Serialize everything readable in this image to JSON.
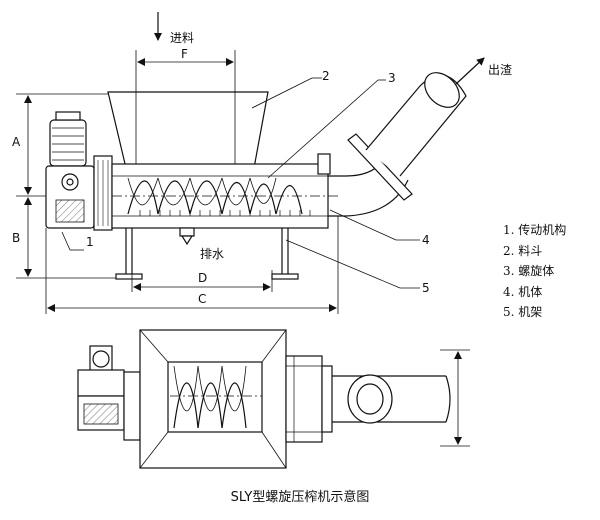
{
  "labels": {
    "feed_in": "进料",
    "slag_out": "出渣",
    "drain": "排水",
    "dim_a": "A",
    "dim_b": "B",
    "dim_c": "C",
    "dim_d": "D",
    "dim_f": "F",
    "callout_1": "1",
    "callout_2": "2",
    "callout_3": "3",
    "callout_4": "4",
    "callout_5": "5"
  },
  "legend": [
    {
      "label": "1. 传动机构"
    },
    {
      "label": "2. 料斗"
    },
    {
      "label": "3. 螺旋体"
    },
    {
      "label": "4. 机体"
    },
    {
      "label": "5. 机架"
    }
  ],
  "caption": "SLY型螺旋压榨机示意图"
}
